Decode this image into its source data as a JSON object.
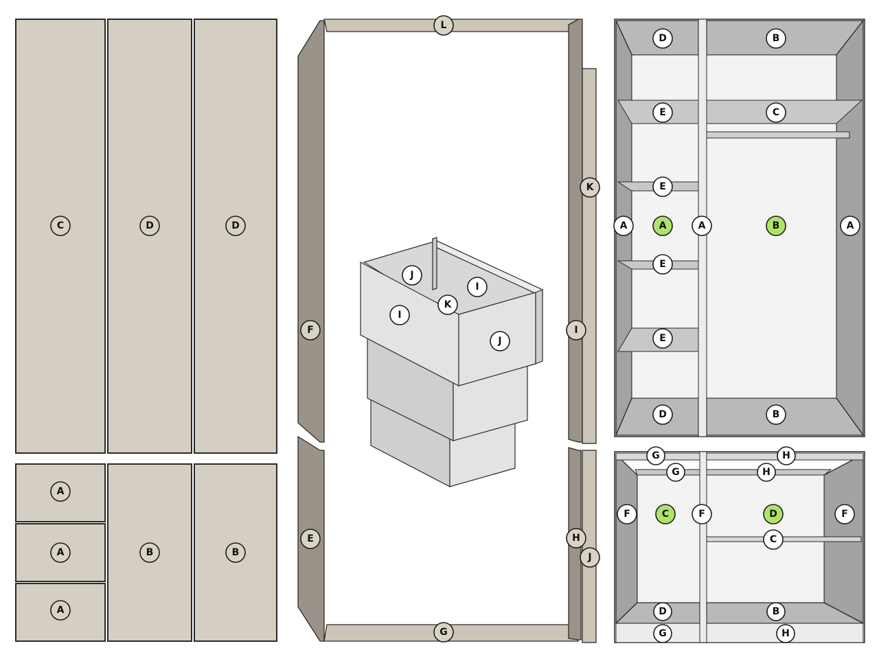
{
  "doors": {
    "tall": [
      "C",
      "D",
      "D"
    ],
    "small": [
      "A",
      "A",
      "A"
    ],
    "short": [
      "B",
      "B"
    ]
  },
  "frame": {
    "top": "L",
    "bottom": "G",
    "left_upper": "F",
    "left_lower": "E",
    "right_upper": "I",
    "right_lower": "H",
    "strip_upper": "K",
    "strip_lower": "J"
  },
  "drawer": {
    "back": "J",
    "side_left": "I",
    "side_right": "I",
    "bottom": "K",
    "front": "J"
  },
  "upper_cabinet": {
    "top_left": "D",
    "top_right": "B",
    "shelf_top_left": "E",
    "shelf_top_right": "C",
    "shelves_left": [
      "E",
      "E",
      "E"
    ],
    "side_left": "A",
    "back_left": "A",
    "divider": "A",
    "back_right": "B",
    "side_right": "A",
    "bottom_left": "D",
    "bottom_right": "B"
  },
  "lower_cabinet": {
    "top_front_left": "G",
    "top_front_right": "H",
    "top_inner_left": "G",
    "top_inner_right": "H",
    "side_left": "F",
    "back_left": "C",
    "divider": "F",
    "back_right": "D",
    "side_right": "F",
    "shelf_right": "C",
    "bottom_left": "D",
    "bottom_right": "B",
    "plinth_left": "G",
    "plinth_right": "H"
  },
  "colors": {
    "highlight": "#b0e26a",
    "panel": "#d5cfc3",
    "frame": "#9a938a"
  }
}
